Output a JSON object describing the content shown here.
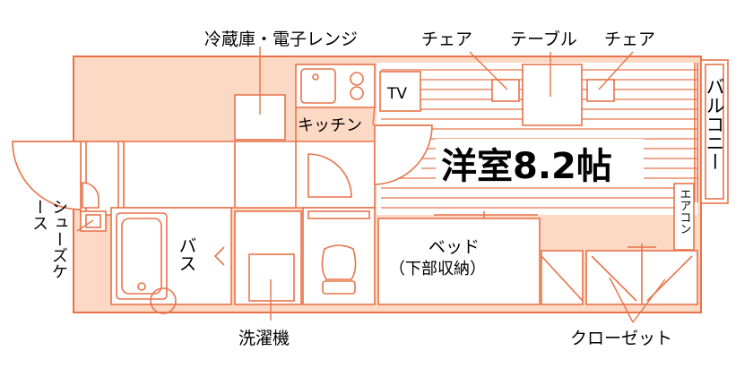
{
  "labels": {
    "fridge_microwave": "冷蔵庫・電子レンジ",
    "chair_left": "チェア",
    "table": "テーブル",
    "chair_right": "チェア",
    "tv": "TV",
    "kitchen": "キッチン",
    "balcony": "バルコニー",
    "western_room": "洋室8.2帖",
    "aircon": "エアコン",
    "shoe_case": "シューズケース",
    "bath": "バス",
    "bed": "ベッド",
    "bed_sub": "（下部収納）",
    "washer": "洗濯機",
    "closet": "クローゼット"
  },
  "colors": {
    "wall_line": "#e8734a",
    "wall_fill": "#fcd9c4",
    "room_fill": "#ffffff",
    "text": "#000000"
  }
}
